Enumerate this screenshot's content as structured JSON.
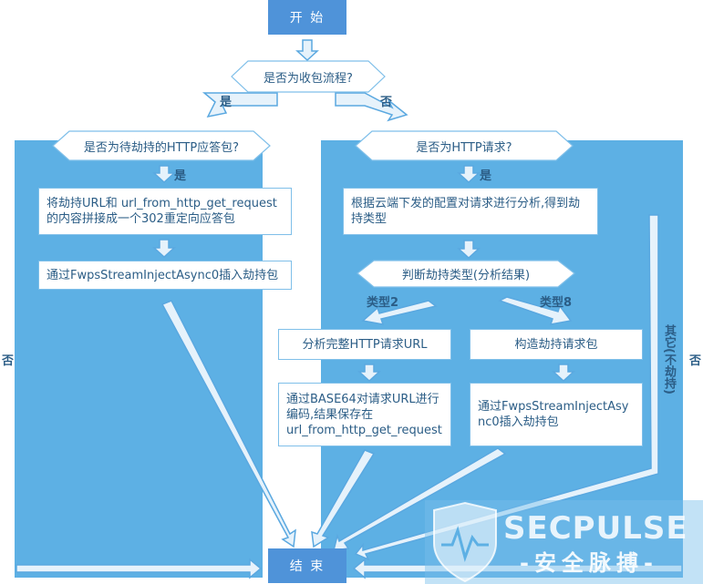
{
  "colors": {
    "panel": "#5db0e4",
    "terminal": "#4f93d9",
    "arrow_fill": "#e6f2fb",
    "arrow_stroke": "#5aa8e0",
    "text": "#2b5d86"
  },
  "nodes": {
    "start": "开 始",
    "q_receive": "是否为收包流程?",
    "q_response": "是否为待劫持的HTTP应答包?",
    "q_request": "是否为HTTP请求?",
    "build_302": "将劫持URL和 url_from_http_get_request的内容拼接成一个302重定向应答包",
    "inject_left": "通过FwpsStreamInjectAsync0插入劫持包",
    "analyze_config": "根据云端下发的配置对请求进行分析,得到劫持类型",
    "judge_type": "判断劫持类型(分析结果)",
    "analyze_url": "分析完整HTTP请求URL",
    "build_request": "构造劫持请求包",
    "encode_base64": "通过BASE64对请求URL进行编码,结果保存在url_from_http_get_request",
    "inject_right": "通过FwpsStreamInjectAsync0插入劫持包",
    "end": "结 束"
  },
  "labels": {
    "yes_1": "是",
    "no_1": "否",
    "yes_2": "是",
    "yes_3": "是",
    "type2": "类型2",
    "type8": "类型8",
    "other": "其它(不劫持)",
    "no_left": "否",
    "no_right": "否"
  },
  "watermark": {
    "title": "SECPULSE",
    "subtitle": "-安全脉搏-"
  }
}
